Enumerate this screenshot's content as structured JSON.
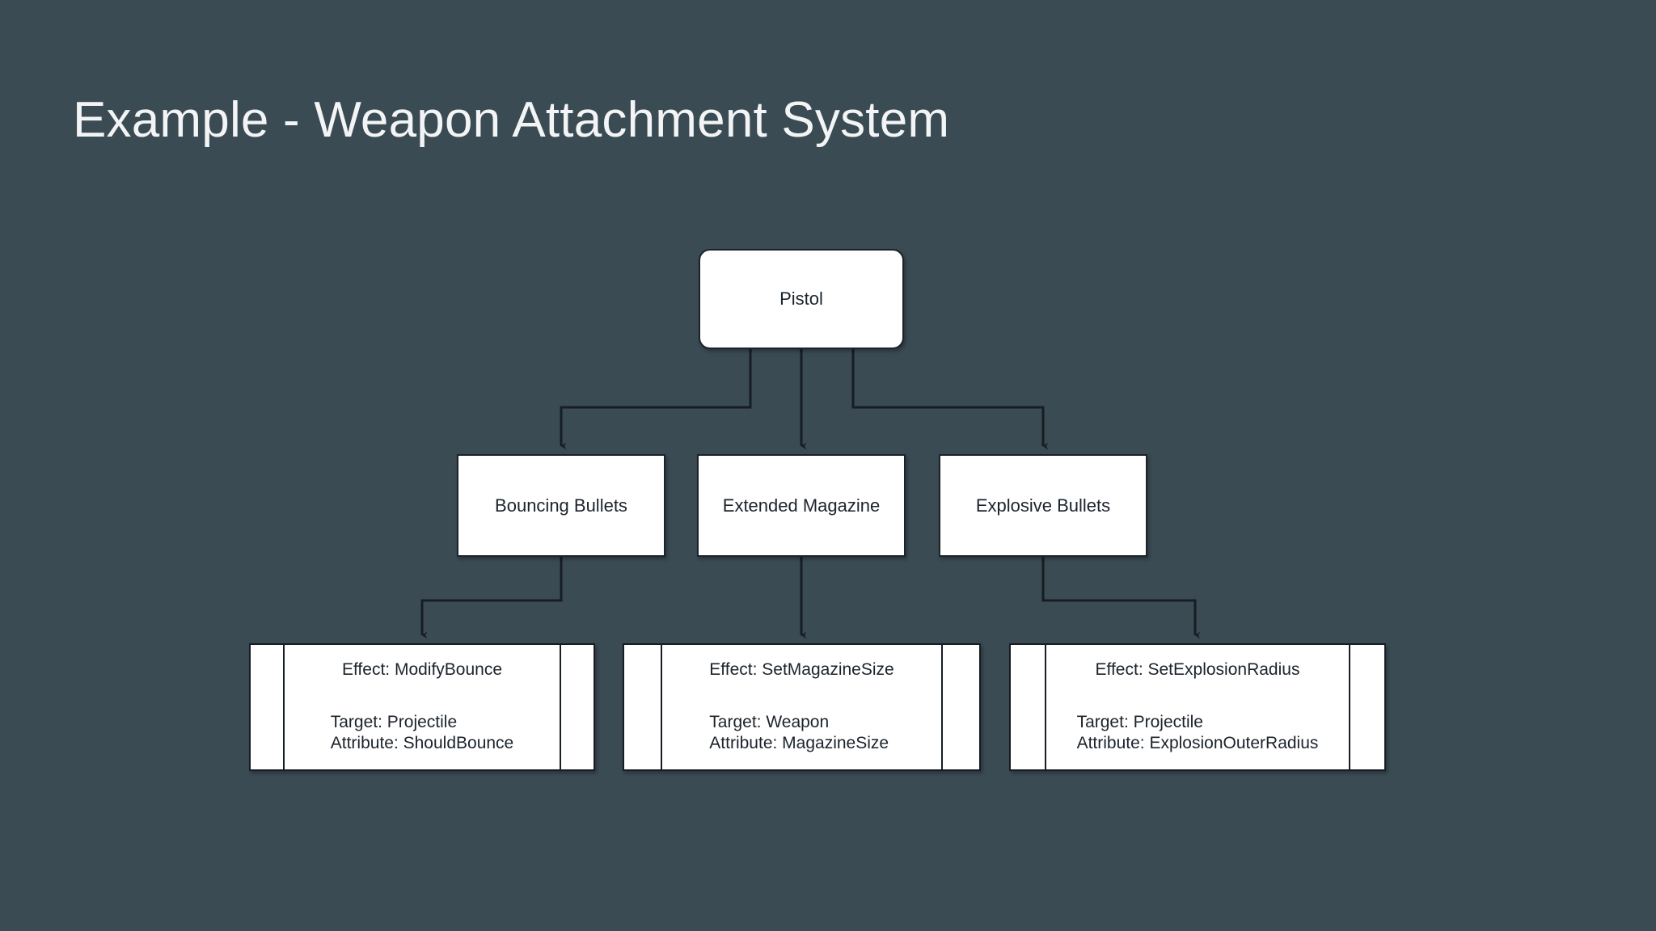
{
  "slide": {
    "title": "Example - Weapon Attachment System",
    "background_color": "#3b4b53",
    "title_color": "#f2f4f5",
    "node_fill_color": "#ffffff",
    "node_border_color": "#1b232b",
    "edge_color": "#161d24"
  },
  "diagram": {
    "type": "tree",
    "root": {
      "id": "pistol",
      "label": "Pistol",
      "shape": "rounded-rectangle"
    },
    "attachments": [
      {
        "id": "bouncing-bullets",
        "label": "Bouncing Bullets",
        "shape": "rectangle"
      },
      {
        "id": "extended-magazine",
        "label": "Extended Magazine",
        "shape": "rectangle"
      },
      {
        "id": "explosive-bullets",
        "label": "Explosive Bullets",
        "shape": "rectangle"
      }
    ],
    "effects": [
      {
        "id": "modify-bounce",
        "parent": "bouncing-bullets",
        "effect": "Effect: ModifyBounce",
        "target": "Target: Projectile",
        "attribute": "Attribute: ShouldBounce"
      },
      {
        "id": "set-magazine-size",
        "parent": "extended-magazine",
        "effect": "Effect: SetMagazineSize",
        "target": "Target: Weapon",
        "attribute": "Attribute: MagazineSize"
      },
      {
        "id": "set-explosion-radius",
        "parent": "explosive-bullets",
        "effect": "Effect: SetExplosionRadius",
        "target": "Target: Projectile",
        "attribute": "Attribute: ExplosionOuterRadius"
      }
    ]
  }
}
